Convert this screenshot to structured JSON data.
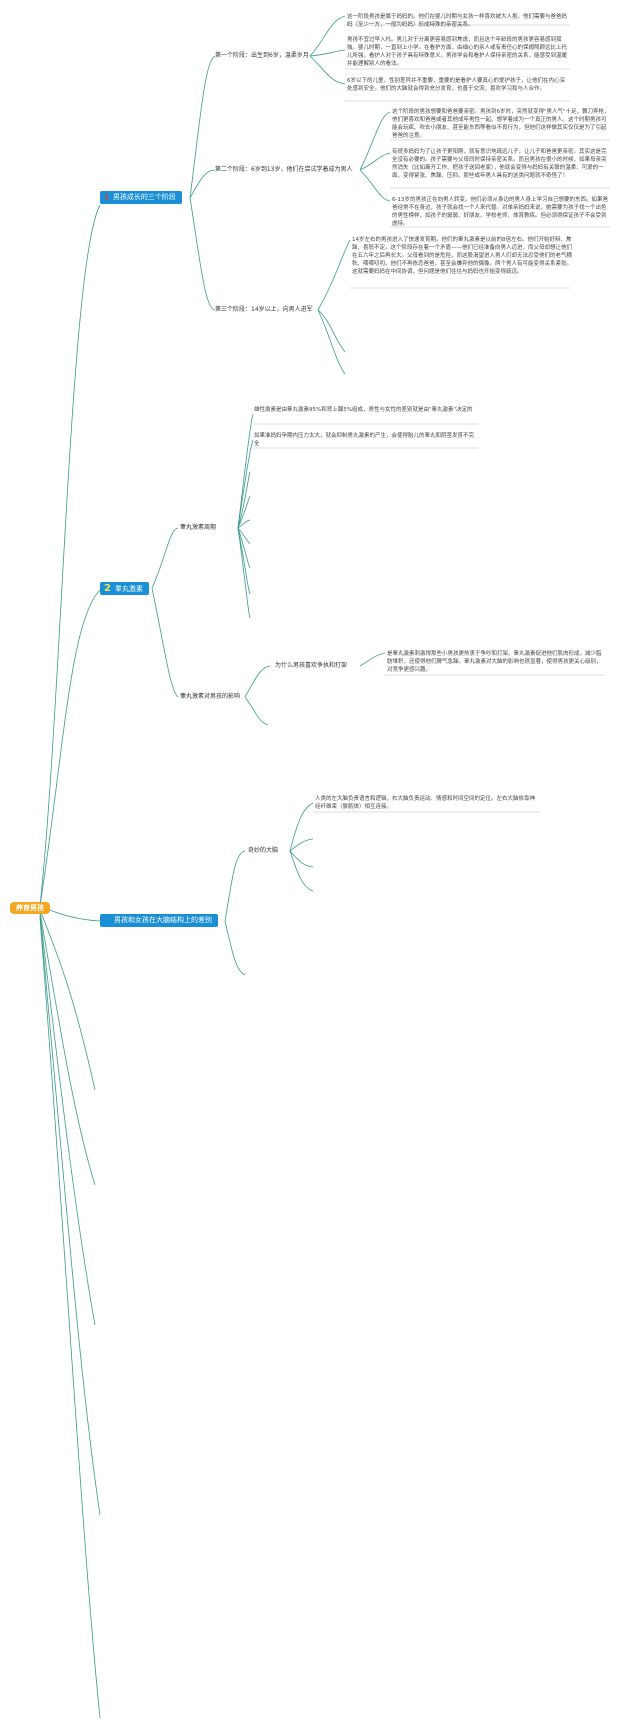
{
  "root": "养育男孩",
  "branches": [
    {
      "number": "1",
      "label": "男孩成长的三个阶段",
      "children": [
        {
          "label": "第一个阶段：出生到6岁，温柔岁月",
          "notes": [
            "这一阶段男孩是属于妈妈的。他们在婴儿时期与女孩一样喜欢被大人抱，他们需要与爸爸妈妈（至少一方，一般为妈妈）形成特殊的亲密关系。",
            "男孩不宜过早入托。男儿对于分离更容易感到焦虑，而且这个年龄段的男孩更容易感到孤独。婴儿时期，一直到上小学。在看护方面，由细心的亲人或有责任心的保姆照顾远比上托儿所强。看护人对于孩子具有特殊意义。男孩学会和看护人保持亲密的关系，能感受到温暖并能理解别人的看法。",
            "6岁以下的儿童，性别差异并不重要，重要的是看护人要真心的爱护孩子，让他们在内心深处感到安全。他们的大脑就会得到充分发育，也善于交流，喜欢学习和与人合作。"
          ]
        },
        {
          "label": "第二个阶段：6岁到13岁，他们在尝试学着成为男人",
          "notes": [
            "这个阶段的男孩想要和爸爸要亲密。男孩到6岁时，突然就变得\"男人气\"十足，舞刀弄枪，他们更喜欢和爸爸或者其他成年男性一起。想学着成为一个真正的男人。这个时期男孩可能会玩疯、吹去小朋友、甚至能东西等看似不良行为，但他们这样做其实仅仅是为了引起爸爸的注意。",
            "有很多妈妈为了让孩子更阳刚，就有意识地疏远儿子，让儿子和爸爸更亲密。其实这是完全没有必要的。孩子需要与父母同时保持亲密关系。而且男孩在很小的时候，如果母亲突然消失（比如离开工作、把孩子送回老家），他就会变得与妈妈有关联的温柔、可爱的一面，变得紧张、焦躁、压抑。那些成年男人具有的这类问题就不奇怪了！",
            "6-13岁的男孩正在向男人转变。他们必须从身边的男人身上学习自己想要的东西。如果爸爸经常不在身边，孩子就会找一个人来代替。对单亲妈妈来说，她需要为孩子找一个出色的男性榜样，如孩子的舅舅、好朋友、学校老师、体育教练。但必须得保证孩子不会受到虐待。"
          ]
        },
        {
          "label": "第三个阶段：14岁以上，向男人进军",
          "notes": [
            "14岁左右的男孩进入了快速发育期。他们的睾丸激素是以前的8倍左右。他们开始好辩、焦躁、喜怒不定。这个阶段存在着一个矛盾——他们已经准备向男人迈进，而父母却想让他们在五六年之后再长大。父母看到的是危险，而这股渴望进入男人们却无法忍受他们的老气横秋、喋喋叨叨。他们不再依恋爸爸，甚至会嫌弃他的偶像。两个男人有可能变得关系紧张。这就需要妈妈在中间协调，但问题是他们往往与妈妈也开始变得疏远。"
          ]
        }
      ]
    },
    {
      "number": "2",
      "label": "睾丸激素",
      "children": [
        {
          "label": "睾丸激素周期",
          "notes": [
            "雄性激素是由睾丸激素95%和肾上腺5%组成，男性与女性的差别就是由\"睾丸激素\"决定的",
            "如果准妈妈孕期内压力太大，就会抑制男丸激素的产生，会使得胎儿的睾丸和阴茎发育不完全"
          ]
        },
        {
          "label": "睾丸激素对男孩的影响",
          "sub": "为什么男孩喜欢争执和打架",
          "notes": [
            "是睾丸激素刺激得那些小男孩更热衷于争吵和打架。睾丸激素促进他们肌肉形成，减少脂肪堆积，还使得他们脾气急躁。睾丸激素对大脑的影响也很显著，使得男孩更关心级别，对竞争更感兴趣。"
          ]
        }
      ]
    },
    {
      "number": "",
      "label": "男孩和女孩在大脑结构上的差别",
      "children": [
        {
          "label": "奇妙的大脑",
          "notes": [
            "人类的左大脑负责语言和逻辑，右大脑负责运动、情感和时间空间的定位。左右大脑依靠神经纤维束（胼胝体）相互连接。"
          ]
        }
      ]
    }
  ]
}
